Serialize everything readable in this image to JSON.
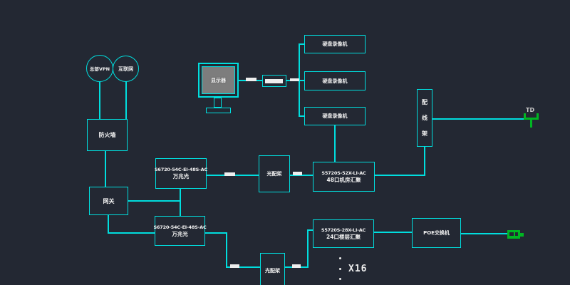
{
  "colors": {
    "background": "#232833",
    "line_cyan": "#00dede",
    "connector_white": "#eeeeee",
    "symbol_green": "#00b622",
    "monitor_screen_gray": "#7d7d7d",
    "text": "#f0f0f0"
  },
  "nodes": {
    "vpn": {
      "label": "总部VPN"
    },
    "internet": {
      "label": "互联网"
    },
    "firewall": {
      "label": "防火墙"
    },
    "gateway": {
      "label": "网关"
    },
    "monitor": {
      "label": "显示器"
    },
    "dvr1": {
      "label": "硬盘录像机"
    },
    "dvr2": {
      "label": "硬盘录像机"
    },
    "dvr3": {
      "label": "硬盘录像机"
    },
    "patch_panel": {
      "chars": [
        "配",
        "线",
        "架"
      ]
    },
    "core_switch_top": {
      "model": "S6720-54C-EI-48S-AC",
      "desc": "万兆光"
    },
    "core_switch_bottom": {
      "model": "S6720-54C-EI-48S-AC",
      "desc": "万兆光"
    },
    "odf_top": {
      "label": "光配架"
    },
    "odf_bottom": {
      "label": "光配架"
    },
    "agg_switch": {
      "model": "S5720S-52X-LI-AC",
      "desc": "48口机房汇聚"
    },
    "floor_switch": {
      "model": "S5720S-28X-LI-AC",
      "desc": "24口楼层汇聚"
    },
    "poe_switch": {
      "label": "POE交换机"
    },
    "td_outlet": {
      "label": "TD"
    },
    "multiplier": {
      "label": "X16"
    }
  }
}
